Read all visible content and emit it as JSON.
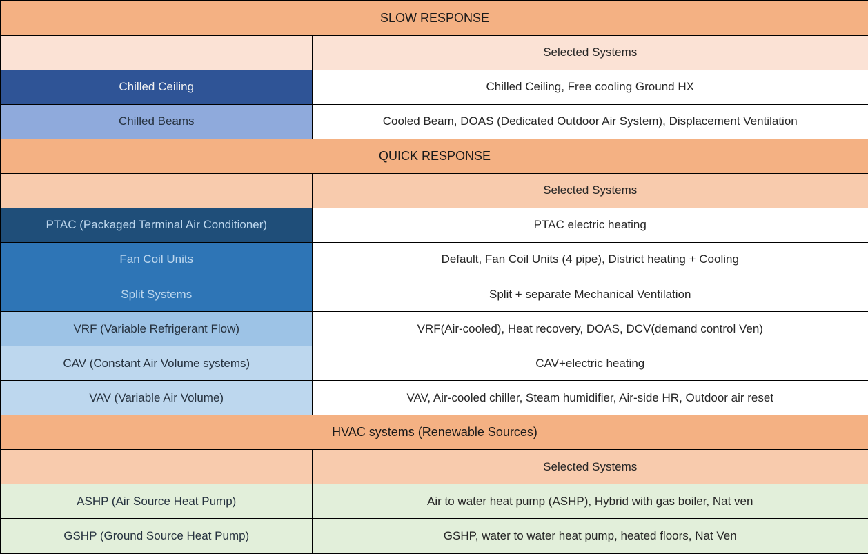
{
  "palette": {
    "section_header_bg": "#F4B183",
    "selected_header_bg_section1": "#FBE2D5",
    "selected_header_bg_section2_3": "#F8CBAD",
    "chilled_ceiling_bg": "#2F5496",
    "chilled_beams_bg": "#8FAADC",
    "ptac_bg": "#1F4E79",
    "fan_coil_split_bg": "#2E75B6",
    "vrf_bg": "#9DC3E6",
    "cav_vav_bg": "#BDD7EE",
    "renewable_bg": "#E2EFDA",
    "light_blue_text": "#BDD7EE",
    "white_text": "#F2F2F2",
    "dark_text": "#262626",
    "border": "#000000"
  },
  "table": {
    "sections": [
      {
        "title": "SLOW RESPONSE",
        "selected_header": "Selected Systems",
        "rows": [
          {
            "system": "Chilled Ceiling",
            "selected": "Chilled Ceiling, Free cooling Ground HX"
          },
          {
            "system": "Chilled Beams",
            "selected": "Cooled Beam, DOAS (Dedicated Outdoor Air System), Displacement Ventilation"
          }
        ]
      },
      {
        "title": "QUICK RESPONSE",
        "selected_header": "Selected Systems",
        "rows": [
          {
            "system": "PTAC (Packaged Terminal Air Conditioner)",
            "selected": "PTAC electric heating"
          },
          {
            "system": "Fan Coil Units",
            "selected": "Default, Fan Coil Units (4 pipe), District heating + Cooling"
          },
          {
            "system": "Split Systems",
            "selected": "Split + separate Mechanical Ventilation"
          },
          {
            "system": "VRF (Variable Refrigerant Flow)",
            "selected": "VRF(Air-cooled), Heat recovery, DOAS, DCV(demand control Ven)"
          },
          {
            "system": "CAV (Constant Air Volume systems)",
            "selected": "CAV+electric heating"
          },
          {
            "system": "VAV (Variable Air Volume)",
            "selected": "VAV, Air-cooled chiller, Steam humidifier, Air-side HR, Outdoor air reset"
          }
        ]
      },
      {
        "title": "HVAC systems (Renewable Sources)",
        "selected_header": "Selected Systems",
        "rows": [
          {
            "system": "ASHP (Air Source Heat Pump)",
            "selected": "Air to water heat pump (ASHP), Hybrid with gas boiler, Nat ven"
          },
          {
            "system": "GSHP (Ground Source Heat Pump)",
            "selected": "GSHP, water to water heat pump, heated floors, Nat Ven"
          }
        ]
      }
    ]
  }
}
